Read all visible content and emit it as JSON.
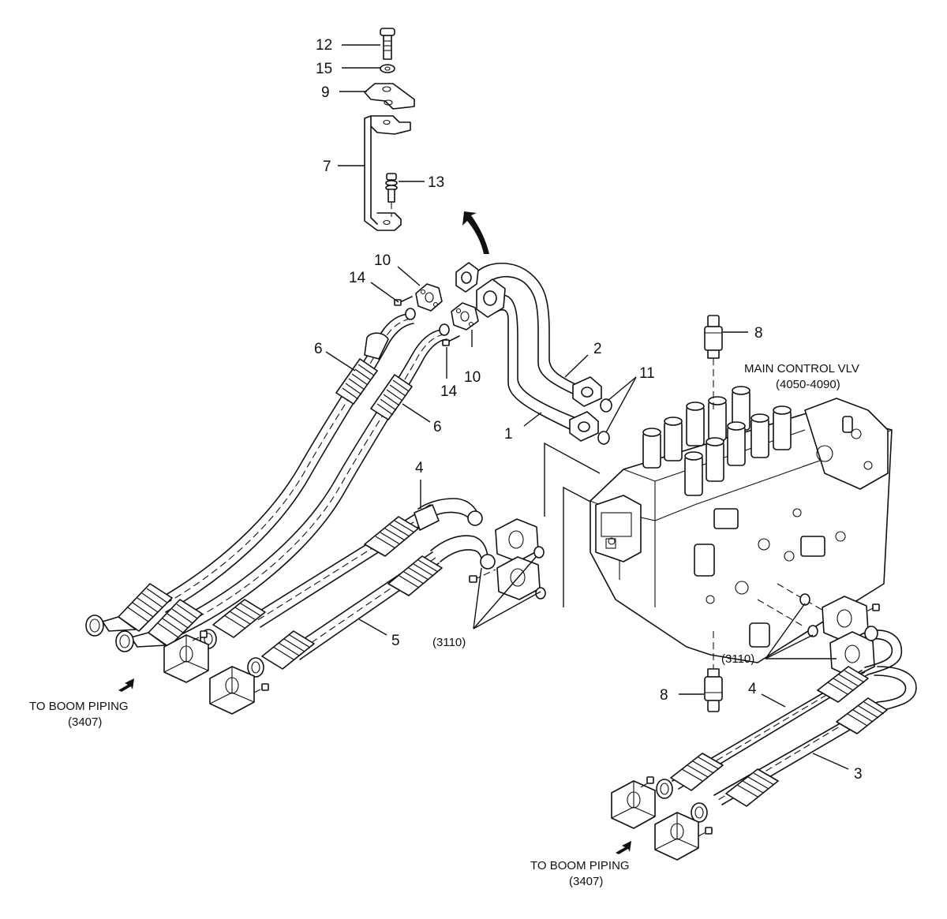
{
  "callouts": {
    "c12": "12",
    "c15": "15",
    "c9": "9",
    "c7": "7",
    "c13": "13",
    "c10a": "10",
    "c14a": "14",
    "c6a": "6",
    "c14b": "14",
    "c10b": "10",
    "c6b": "6",
    "c2": "2",
    "c1": "1",
    "c11": "11",
    "c8a": "8",
    "c4a": "4",
    "c5": "5",
    "c8b": "8",
    "c4b": "4",
    "c3": "3"
  },
  "refs": {
    "ref_left": "(3110)",
    "ref_right": "(3110)"
  },
  "main_valve": {
    "title": "MAIN CONTROL VLV",
    "range": "(4050-4090)"
  },
  "destinations": {
    "left_title": "TO BOOM PIPING",
    "left_ref": "(3407)",
    "bottom_title": "TO BOOM PIPING",
    "bottom_ref": "(3407)"
  }
}
